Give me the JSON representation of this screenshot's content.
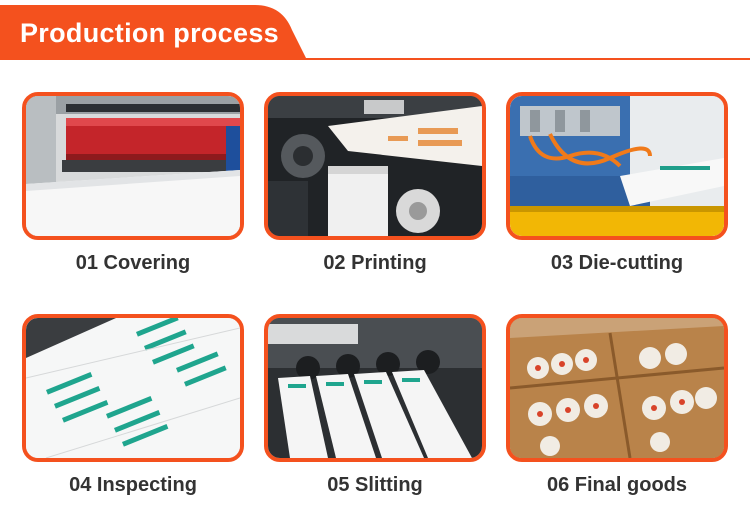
{
  "header": {
    "title": "Production process",
    "accent_color": "#f4511e"
  },
  "steps": [
    {
      "label": "01 Covering",
      "photo": "laminating-machine-photo"
    },
    {
      "label": "02 Printing",
      "photo": "printing-press-photo"
    },
    {
      "label": "03 Die-cutting",
      "photo": "die-cutting-machine-photo"
    },
    {
      "label": "04 Inspecting",
      "photo": "label-inspection-photo"
    },
    {
      "label": "05 Slitting",
      "photo": "slitting-machine-photo"
    },
    {
      "label": "06 Final goods",
      "photo": "boxed-products-photo"
    }
  ]
}
